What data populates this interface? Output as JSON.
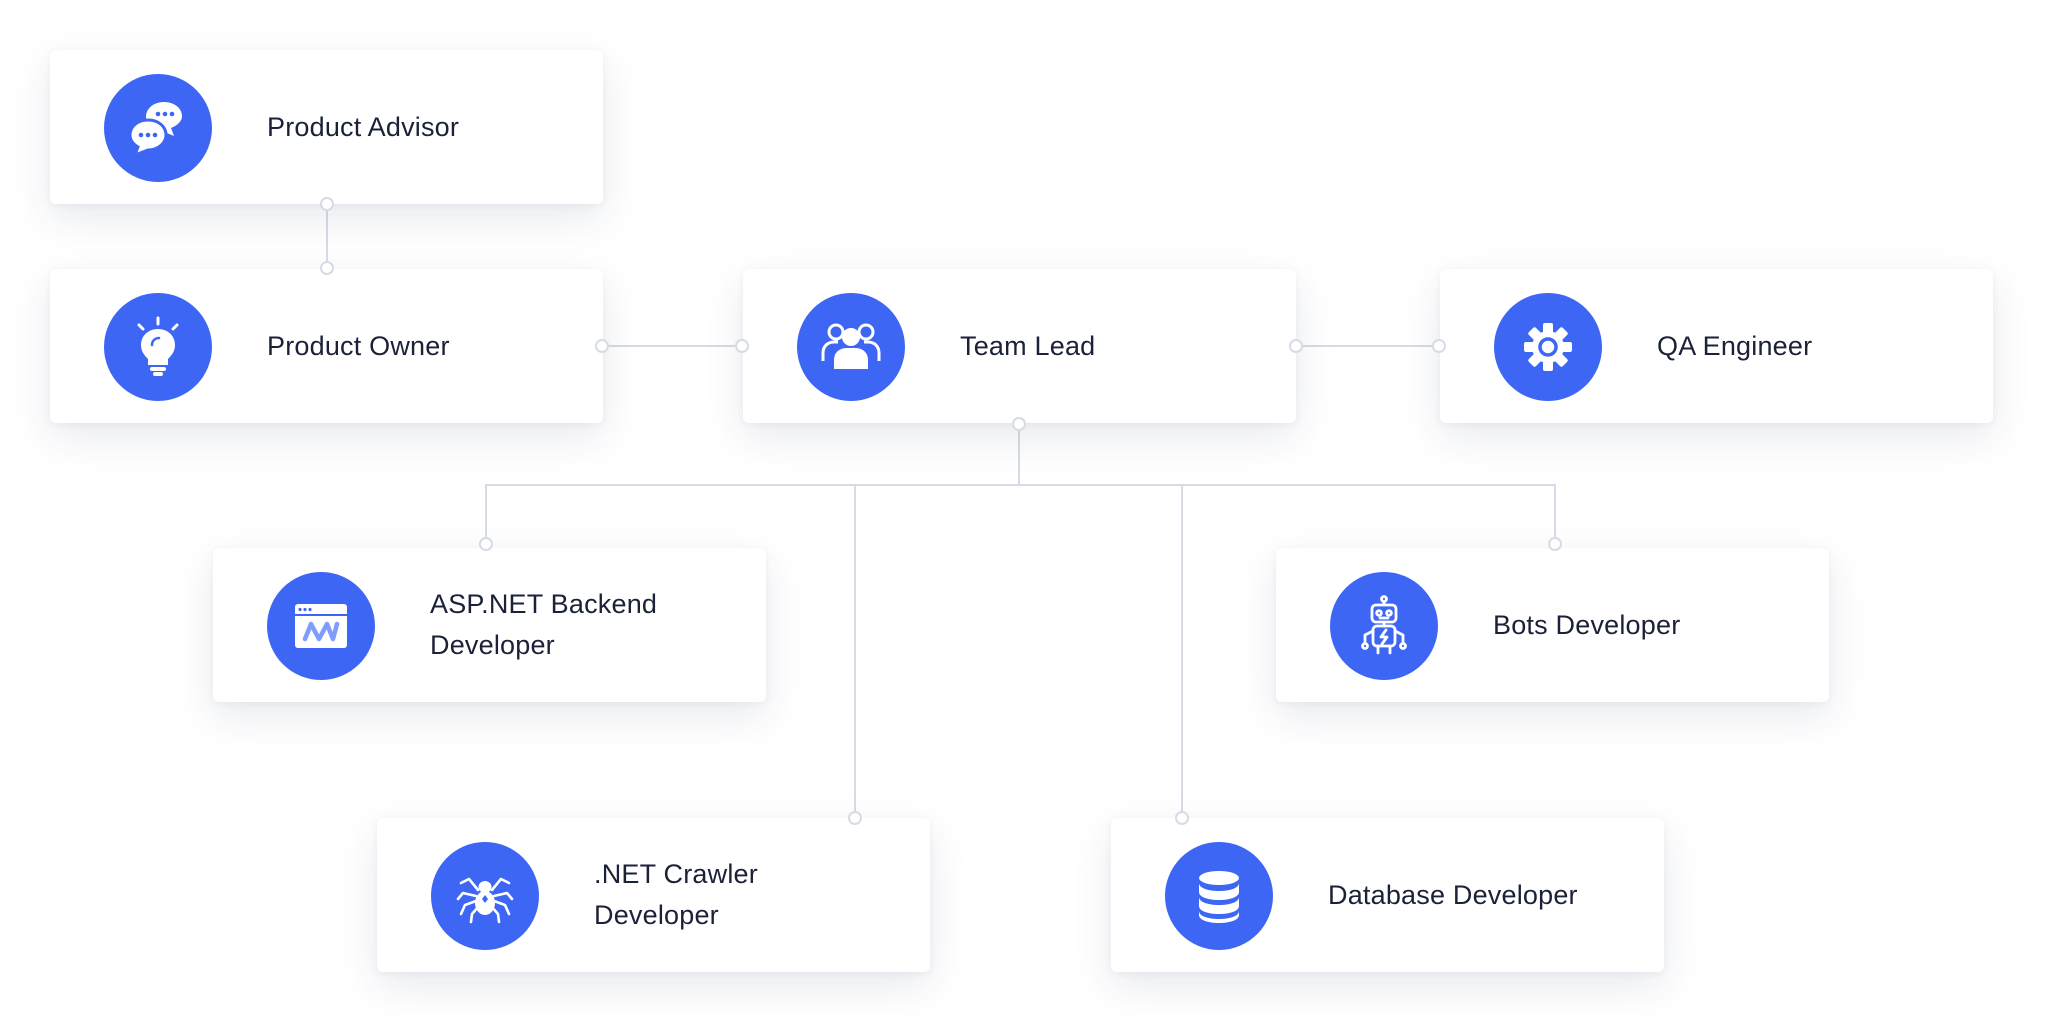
{
  "diagram": {
    "nodes": [
      {
        "id": "product-advisor",
        "label": "Product Advisor",
        "icon": "chat-bubbles-icon"
      },
      {
        "id": "product-owner",
        "label": "Product Owner",
        "icon": "lightbulb-icon"
      },
      {
        "id": "team-lead",
        "label": "Team Lead",
        "icon": "team-icon"
      },
      {
        "id": "qa-engineer",
        "label": "QA Engineer",
        "icon": "gear-icon"
      },
      {
        "id": "aspnet-backend",
        "label": "ASP.NET Backend Developer",
        "icon": "browser-window-icon"
      },
      {
        "id": "bots-developer",
        "label": "Bots Developer",
        "icon": "robot-icon"
      },
      {
        "id": "net-crawler",
        "label": ".NET Crawler Developer",
        "icon": "spider-icon"
      },
      {
        "id": "database-developer",
        "label": "Database Developer",
        "icon": "database-icon"
      }
    ],
    "edges": [
      {
        "from": "product-advisor",
        "to": "product-owner"
      },
      {
        "from": "product-owner",
        "to": "team-lead"
      },
      {
        "from": "team-lead",
        "to": "qa-engineer"
      },
      {
        "from": "team-lead",
        "to": "aspnet-backend"
      },
      {
        "from": "team-lead",
        "to": "net-crawler"
      },
      {
        "from": "team-lead",
        "to": "database-developer"
      },
      {
        "from": "team-lead",
        "to": "bots-developer"
      }
    ],
    "colors": {
      "accent": "#3d66f5",
      "connector": "#d7dbe6",
      "text": "#1b2138",
      "card": "#ffffff"
    }
  }
}
